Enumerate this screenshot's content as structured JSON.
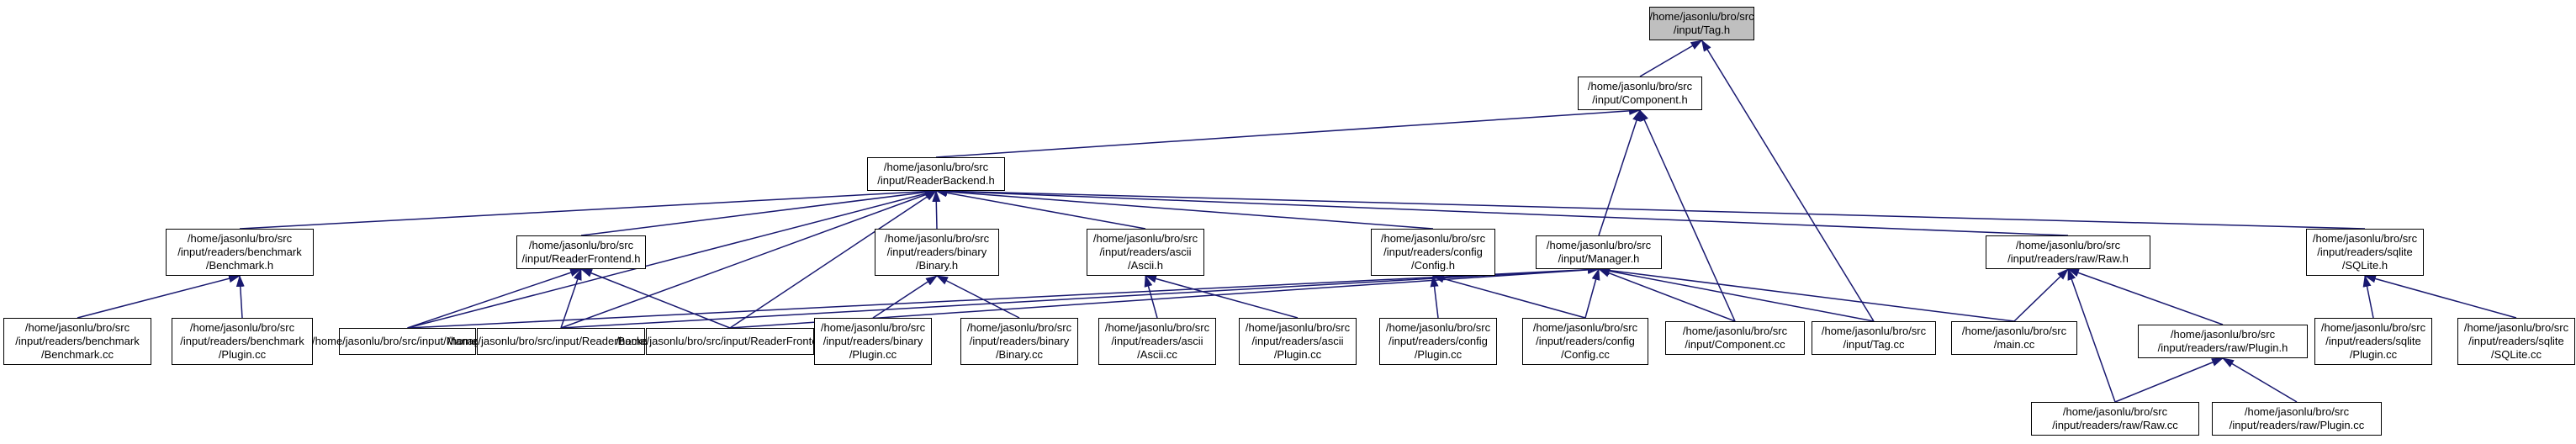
{
  "nodes": [
    {
      "id": "tag_h",
      "lines": [
        "/home/jasonlu/bro/src",
        "/input/Tag.h"
      ],
      "root": true
    },
    {
      "id": "component_h",
      "lines": [
        "/home/jasonlu/bro/src",
        "/input/Component.h"
      ]
    },
    {
      "id": "readerbackend_h",
      "lines": [
        "/home/jasonlu/bro/src",
        "/input/ReaderBackend.h"
      ]
    },
    {
      "id": "benchmark_h",
      "lines": [
        "/home/jasonlu/bro/src",
        "/input/readers/benchmark",
        "/Benchmark.h"
      ]
    },
    {
      "id": "readerfrontend_h",
      "lines": [
        "/home/jasonlu/bro/src",
        "/input/ReaderFrontend.h"
      ]
    },
    {
      "id": "binary_h",
      "lines": [
        "/home/jasonlu/bro/src",
        "/input/readers/binary",
        "/Binary.h"
      ]
    },
    {
      "id": "ascii_h",
      "lines": [
        "/home/jasonlu/bro/src",
        "/input/readers/ascii",
        "/Ascii.h"
      ]
    },
    {
      "id": "config_h",
      "lines": [
        "/home/jasonlu/bro/src",
        "/input/readers/config",
        "/Config.h"
      ]
    },
    {
      "id": "manager_h",
      "lines": [
        "/home/jasonlu/bro/src",
        "/input/Manager.h"
      ]
    },
    {
      "id": "raw_h",
      "lines": [
        "/home/jasonlu/bro/src",
        "/input/readers/raw/Raw.h"
      ]
    },
    {
      "id": "sqlite_h",
      "lines": [
        "/home/jasonlu/bro/src",
        "/input/readers/sqlite",
        "/SQLite.h"
      ]
    },
    {
      "id": "benchmark_cc",
      "lines": [
        "/home/jasonlu/bro/src",
        "/input/readers/benchmark",
        "/Benchmark.cc"
      ]
    },
    {
      "id": "benchmark_plugin_cc",
      "lines": [
        "/home/jasonlu/bro/src",
        "/input/readers/benchmark",
        "/Plugin.cc"
      ]
    },
    {
      "id": "manager_cc",
      "lines": [
        "/home/jasonlu/bro/src/input/Manager.cc"
      ]
    },
    {
      "id": "readerbackend_cc",
      "lines": [
        "/home/jasonlu/bro/src/input/ReaderBackend.cc"
      ]
    },
    {
      "id": "readerfrontend_cc",
      "lines": [
        "/home/jasonlu/bro/src/input/ReaderFrontend.cc"
      ]
    },
    {
      "id": "binary_plugin_cc",
      "lines": [
        "/home/jasonlu/bro/src",
        "/input/readers/binary",
        "/Plugin.cc"
      ]
    },
    {
      "id": "binary_cc",
      "lines": [
        "/home/jasonlu/bro/src",
        "/input/readers/binary",
        "/Binary.cc"
      ]
    },
    {
      "id": "ascii_cc",
      "lines": [
        "/home/jasonlu/bro/src",
        "/input/readers/ascii",
        "/Ascii.cc"
      ]
    },
    {
      "id": "ascii_plugin_cc",
      "lines": [
        "/home/jasonlu/bro/src",
        "/input/readers/ascii",
        "/Plugin.cc"
      ]
    },
    {
      "id": "config_plugin_cc",
      "lines": [
        "/home/jasonlu/bro/src",
        "/input/readers/config",
        "/Plugin.cc"
      ]
    },
    {
      "id": "config_cc",
      "lines": [
        "/home/jasonlu/bro/src",
        "/input/readers/config",
        "/Config.cc"
      ]
    },
    {
      "id": "component_cc",
      "lines": [
        "/home/jasonlu/bro/src",
        "/input/Component.cc"
      ]
    },
    {
      "id": "tag_cc",
      "lines": [
        "/home/jasonlu/bro/src",
        "/input/Tag.cc"
      ]
    },
    {
      "id": "main_cc",
      "lines": [
        "/home/jasonlu/bro/src",
        "/main.cc"
      ]
    },
    {
      "id": "raw_plugin_h",
      "lines": [
        "/home/jasonlu/bro/src",
        "/input/readers/raw/Plugin.h"
      ]
    },
    {
      "id": "raw_cc",
      "lines": [
        "/home/jasonlu/bro/src",
        "/input/readers/raw/Raw.cc"
      ]
    },
    {
      "id": "raw_plugin_cc",
      "lines": [
        "/home/jasonlu/bro/src",
        "/input/readers/raw/Plugin.cc"
      ]
    },
    {
      "id": "sqlite_plugin_cc",
      "lines": [
        "/home/jasonlu/bro/src",
        "/input/readers/sqlite",
        "/Plugin.cc"
      ]
    },
    {
      "id": "sqlite_cc",
      "lines": [
        "/home/jasonlu/bro/src",
        "/input/readers/sqlite",
        "/SQLite.cc"
      ]
    }
  ],
  "edges": [
    [
      "component_h",
      "tag_h"
    ],
    [
      "tag_cc",
      "tag_h"
    ],
    [
      "readerbackend_h",
      "component_h"
    ],
    [
      "manager_h",
      "component_h"
    ],
    [
      "component_cc",
      "component_h"
    ],
    [
      "benchmark_h",
      "readerbackend_h"
    ],
    [
      "readerfrontend_h",
      "readerbackend_h"
    ],
    [
      "binary_h",
      "readerbackend_h"
    ],
    [
      "ascii_h",
      "readerbackend_h"
    ],
    [
      "config_h",
      "readerbackend_h"
    ],
    [
      "raw_h",
      "readerbackend_h"
    ],
    [
      "sqlite_h",
      "readerbackend_h"
    ],
    [
      "manager_cc",
      "readerbackend_h"
    ],
    [
      "readerbackend_cc",
      "readerbackend_h"
    ],
    [
      "readerfrontend_cc",
      "readerbackend_h"
    ],
    [
      "benchmark_cc",
      "benchmark_h"
    ],
    [
      "benchmark_plugin_cc",
      "benchmark_h"
    ],
    [
      "manager_cc",
      "readerfrontend_h"
    ],
    [
      "readerbackend_cc",
      "readerfrontend_h"
    ],
    [
      "readerfrontend_cc",
      "readerfrontend_h"
    ],
    [
      "binary_plugin_cc",
      "binary_h"
    ],
    [
      "binary_cc",
      "binary_h"
    ],
    [
      "ascii_cc",
      "ascii_h"
    ],
    [
      "ascii_plugin_cc",
      "ascii_h"
    ],
    [
      "config_plugin_cc",
      "config_h"
    ],
    [
      "config_cc",
      "config_h"
    ],
    [
      "manager_cc",
      "manager_h"
    ],
    [
      "readerbackend_cc",
      "manager_h"
    ],
    [
      "readerfrontend_cc",
      "manager_h"
    ],
    [
      "config_cc",
      "manager_h"
    ],
    [
      "component_cc",
      "manager_h"
    ],
    [
      "tag_cc",
      "manager_h"
    ],
    [
      "main_cc",
      "manager_h"
    ],
    [
      "main_cc",
      "raw_h"
    ],
    [
      "raw_plugin_h",
      "raw_h"
    ],
    [
      "raw_cc",
      "raw_h"
    ],
    [
      "raw_cc",
      "raw_plugin_h"
    ],
    [
      "raw_plugin_cc",
      "raw_plugin_h"
    ],
    [
      "sqlite_plugin_cc",
      "sqlite_h"
    ],
    [
      "sqlite_cc",
      "sqlite_h"
    ]
  ],
  "colors": {
    "edge": "#191970",
    "node_border": "#000000",
    "node_fill": "#ffffff",
    "root_fill": "#bfbfbf"
  }
}
